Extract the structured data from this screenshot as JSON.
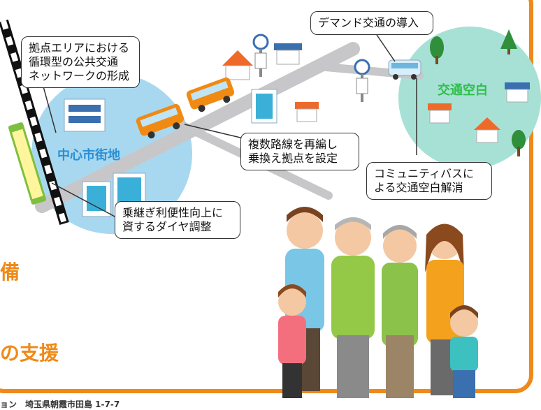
{
  "colors": {
    "accent": "#ee8a1a",
    "city_circle": "#a8d8f0",
    "village_circle": "#a7e1d6",
    "road": "#c7c7c9",
    "bus": "#f08a12",
    "area_label_blue": "#2a8fd4",
    "area_label_green": "#2fbf4a"
  },
  "callouts": {
    "hub_network": "拠点エリアにおける\n循環型の公共交通\nネットワークの形成",
    "demand": "デマンド交通の導入",
    "reorganize": "複数路線を再編し\n乗換え拠点を設定",
    "community_bus": "コミュニティバスに\nよる交通空白解消",
    "timetable": "乗継ぎ利便性向上に\n資するダイヤ調整"
  },
  "areas": {
    "city_center": "中心市街地",
    "transport_gap": "交通空白"
  },
  "headings": {
    "fragment_1": "備",
    "fragment_2": "の支援"
  },
  "footer": {
    "address_fragment": "ョン　埼玉県朝霞市田島 1-7-7"
  },
  "icons": [
    "bus-icon",
    "bus-stop-icon",
    "house-icon",
    "building-icon",
    "tree-icon",
    "train-icon",
    "family-illustration"
  ]
}
